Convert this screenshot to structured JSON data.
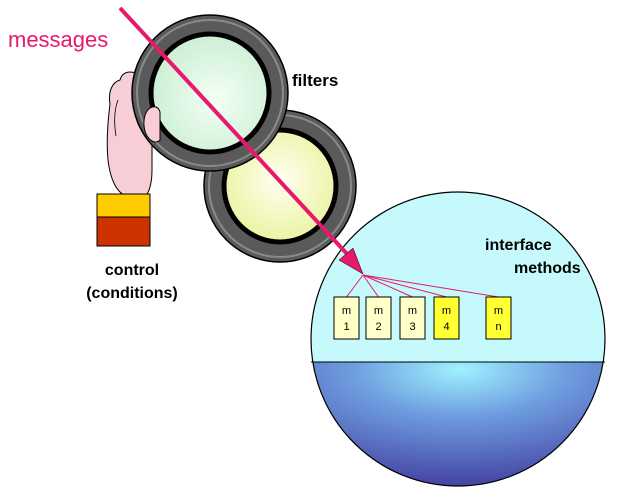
{
  "diagram": {
    "labels": {
      "messages": "messages",
      "filters": "filters",
      "control_line1": "control",
      "control_line2": "(conditions)",
      "interface_line1": "interface",
      "interface_line2": "methods"
    },
    "methods": [
      {
        "top": "m",
        "bottom": "1",
        "highlighted": false
      },
      {
        "top": "m",
        "bottom": "2",
        "highlighted": false
      },
      {
        "top": "m",
        "bottom": "3",
        "highlighted": false
      },
      {
        "top": "m",
        "bottom": "4",
        "highlighted": true
      },
      {
        "top": "m",
        "bottom": "n",
        "highlighted": true
      }
    ],
    "colors": {
      "message_arrow": "#e8196a",
      "method_links": "#e8196a",
      "messages_text": "#e8196a",
      "filter_ring": "#5a5a5a",
      "filter1_glass": "#d8f5de",
      "filter2_glass": "#f2f7b4",
      "hand": "#f7cdd6",
      "cuff_top": "#ffcc00",
      "cuff_bottom": "#cc3300",
      "object_top": "#c8fbff",
      "object_bottom": "#3b3ca0",
      "method_box": "#ffffc8",
      "method_box_highlight": "#ffff33"
    }
  }
}
